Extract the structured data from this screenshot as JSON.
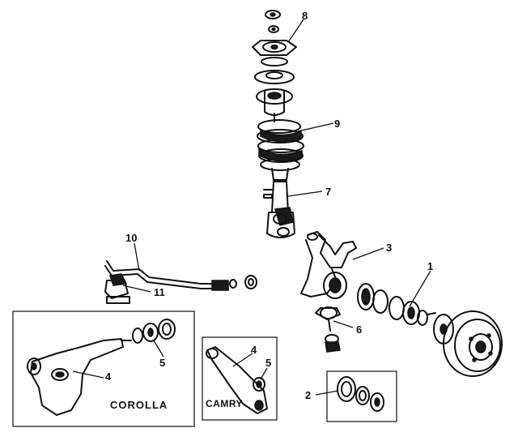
{
  "callouts": {
    "c1": "1",
    "c2": "2",
    "c3": "3",
    "c4a": "4",
    "c4b": "4",
    "c5a": "5",
    "c5b": "5",
    "c6": "6",
    "c7": "7",
    "c8": "8",
    "c9": "9",
    "c10": "10",
    "c11": "11"
  },
  "insets": {
    "corolla_label": "COROLLA",
    "camry_label": "CAMRY"
  }
}
